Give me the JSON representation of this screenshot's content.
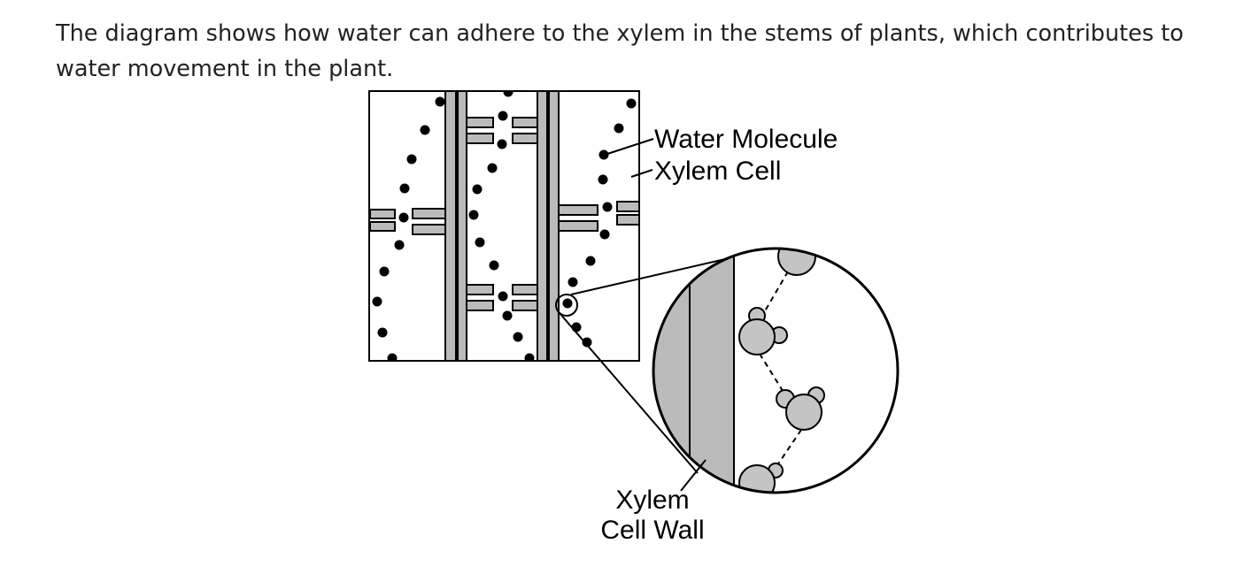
{
  "question": {
    "text": "The diagram shows how water can adhere to the xylem in the stems of plants, which contributes to water movement in the plant."
  },
  "diagram": {
    "labels": {
      "water_molecule": "Water Molecule",
      "xylem_cell": "Xylem Cell",
      "xylem_cell_wall_line1": "Xylem",
      "xylem_cell_wall_line2": "Cell Wall"
    },
    "colors": {
      "cell_wall_fill": "#bbbbbb",
      "molecule_fill": "#c4c4c4",
      "outline": "#000000"
    }
  }
}
